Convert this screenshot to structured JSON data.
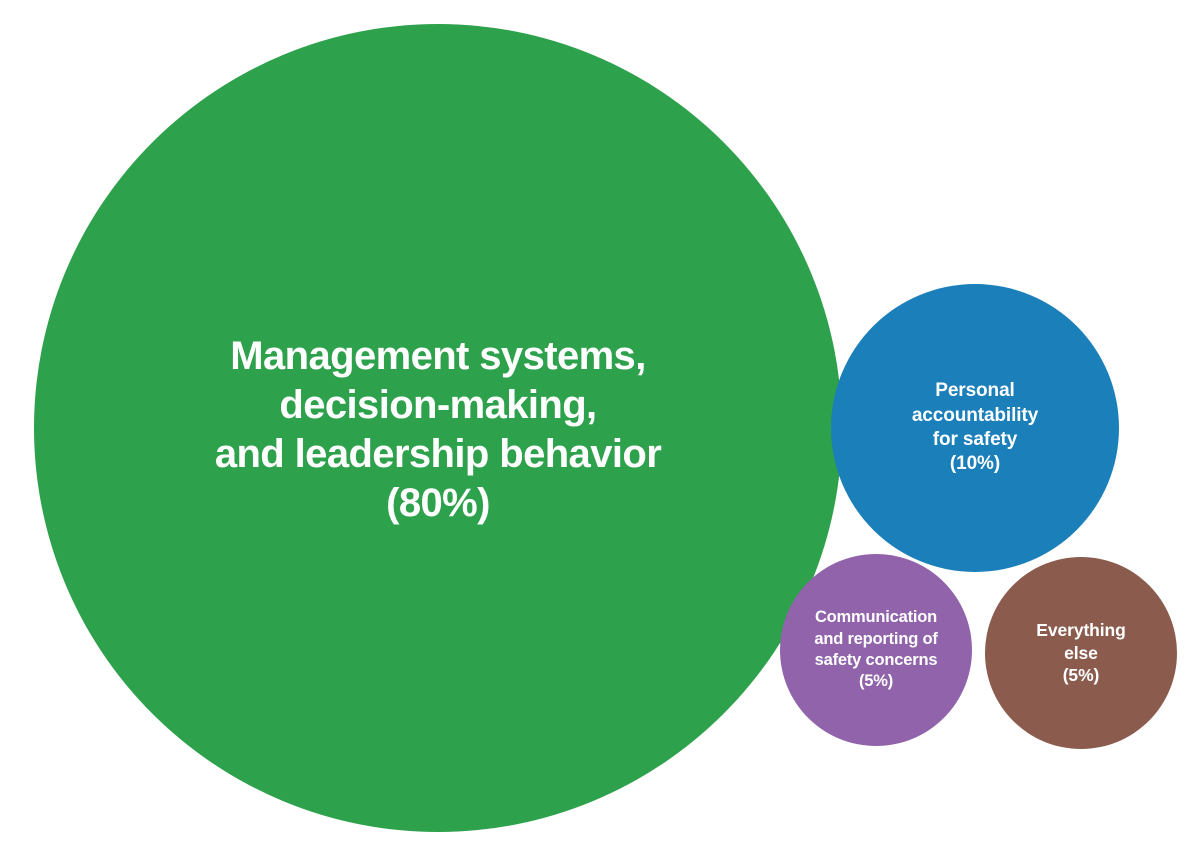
{
  "chart_data": {
    "type": "pie",
    "title": "",
    "subtitle": "",
    "xlabel": "",
    "ylabel": "",
    "legend_position": "none",
    "grid": false,
    "value_unit": "%",
    "categories": [
      "Management systems, decision-making, and leadership behavior",
      "Personal accountability for safety",
      "Communication and reporting of safety concerns",
      "Everything else"
    ],
    "values": [
      80,
      10,
      5,
      5
    ],
    "colors": [
      "#2da14b",
      "#1b7fba",
      "#9063ab",
      "#8b5c4e"
    ],
    "bubbles": [
      {
        "id": "management",
        "label": "Management systems,\ndecision-making,\nand leadership behavior\n(80%)",
        "name": "Management systems, decision-making, and leadership behavior",
        "value": 80,
        "value_label": "(80%)",
        "color": "#2da14b",
        "text_color": "#ffffff"
      },
      {
        "id": "accountability",
        "label": "Personal\naccountability\nfor safety\n(10%)",
        "name": "Personal accountability for safety",
        "value": 10,
        "value_label": "(10%)",
        "color": "#1b7fba",
        "text_color": "#ffffff"
      },
      {
        "id": "communication",
        "label": "Communication\nand reporting of\nsafety concerns\n(5%)",
        "name": "Communication and reporting of safety concerns",
        "value": 5,
        "value_label": "(5%)",
        "color": "#9063ab",
        "text_color": "#ffffff"
      },
      {
        "id": "everything-else",
        "label": "Everything\nelse\n(5%)",
        "name": "Everything else",
        "value": 5,
        "value_label": "(5%)",
        "color": "#8b5c4e",
        "text_color": "#ffffff"
      }
    ]
  },
  "background_color": "#ffffff"
}
